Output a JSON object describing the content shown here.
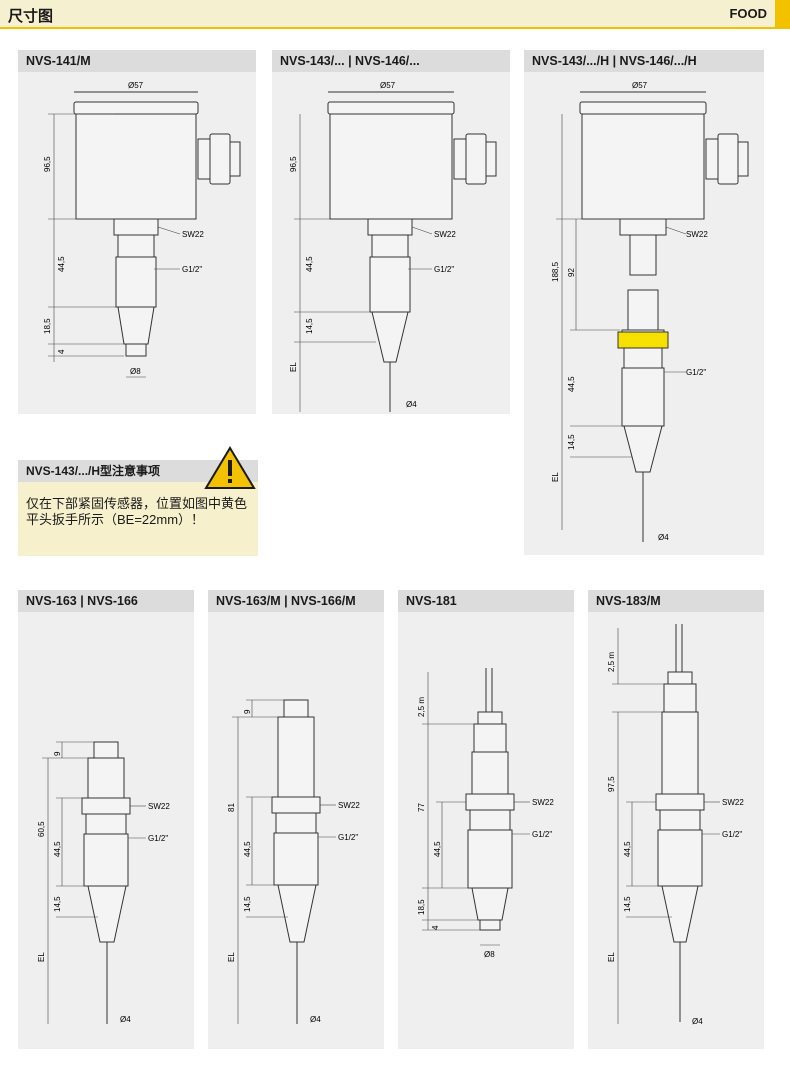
{
  "header": {
    "title": "尺寸图",
    "right": "FOOD"
  },
  "panels": {
    "p1": {
      "title": "NVS-141/M",
      "dims": {
        "dia": "Ø57",
        "h": "96,5",
        "g": "44,5",
        "t": "18,5",
        "f": "4",
        "sw": "SW22",
        "thread": "G1/2\"",
        "tip": "Ø8"
      }
    },
    "p2": {
      "title": "NVS-143/... | NVS-146/...",
      "dims": {
        "dia": "Ø57",
        "h": "96,5",
        "g": "44,5",
        "t": "14,5",
        "el": "EL",
        "sw": "SW22",
        "thread": "G1/2\"",
        "tip": "Ø4"
      }
    },
    "p3": {
      "title": "NVS-143/.../H | NVS-146/.../H",
      "dims": {
        "dia": "Ø57",
        "h": "188,5",
        "n": "92",
        "g": "44,5",
        "t": "14,5",
        "el": "EL",
        "sw": "SW22",
        "thread": "G1/2\"",
        "tip": "Ø4"
      }
    },
    "p4": {
      "title": "NVS-163 | NVS-166",
      "dims": {
        "c": "9",
        "h": "60,5",
        "g": "44,5",
        "t": "14,5",
        "el": "EL",
        "sw": "SW22",
        "thread": "G1/2\"",
        "tip": "Ø4"
      }
    },
    "p5": {
      "title": "NVS-163/M | NVS-166/M",
      "dims": {
        "c": "9",
        "h": "81",
        "g": "44,5",
        "t": "14,5",
        "el": "EL",
        "sw": "SW22",
        "thread": "G1/2\"",
        "tip": "Ø4"
      }
    },
    "p6": {
      "title": "NVS-181",
      "dims": {
        "cable": "2,5 m",
        "h": "77",
        "g": "44,5",
        "t": "18,5",
        "f": "4",
        "sw": "SW22",
        "thread": "G1/2\"",
        "tip": "Ø8"
      }
    },
    "p7": {
      "title": "NVS-183/M",
      "dims": {
        "cable": "2,5 m",
        "h": "97,5",
        "g": "44,5",
        "t": "14,5",
        "el": "EL",
        "sw": "SW22",
        "thread": "G1/2\"",
        "tip": "Ø4"
      }
    }
  },
  "note": {
    "title": "NVS-143/.../H型注意事项",
    "line1": "仅在下部紧固传感器，位置如图中黄色",
    "line2": "平头扳手所示（BE=22mm）！"
  },
  "colors": {
    "accent": "#f2c200",
    "highlight": "#f5e000"
  },
  "icons": {
    "warning": "warning-triangle-icon"
  }
}
